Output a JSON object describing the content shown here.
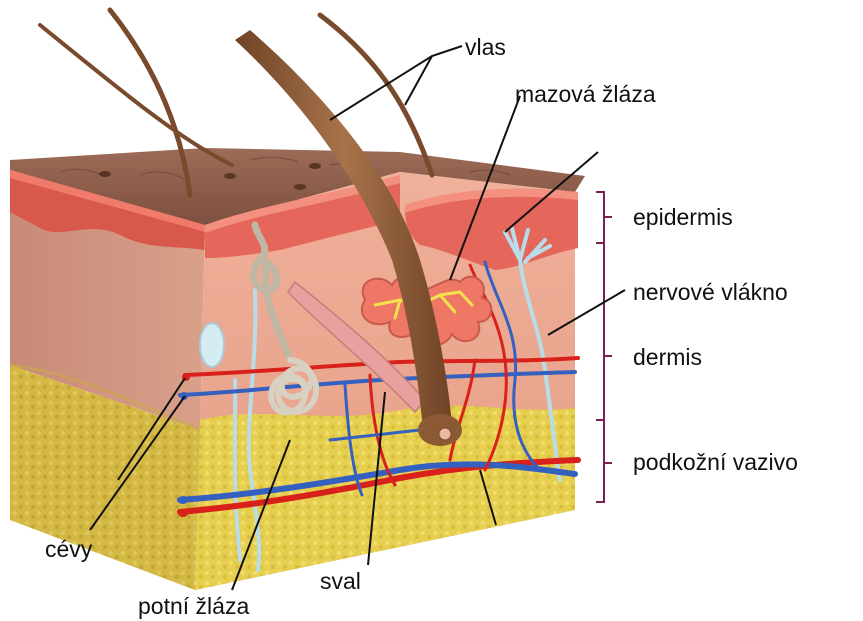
{
  "labels": {
    "hair": "vlas",
    "sebaceous_gland": "mazová žláza",
    "epidermis": "epidermis",
    "nerve_fiber": "nervové vlákno",
    "dermis": "dermis",
    "subcutis": "podkožní vazivo",
    "vessels": "cévy",
    "muscle": "sval",
    "sweat_gland": "potní žláza"
  },
  "colors": {
    "skin_surface": "#8a5a47",
    "epidermis_layer": "#e5665a",
    "dermis_layer": "#e2a58c",
    "subcutis_fat": "#e6ce4e",
    "artery": "#d8211b",
    "vein": "#3460c0",
    "nerve": "#b8dce8",
    "hair": "#8b5a35",
    "sebaceous_gland": "#ee7766",
    "sweat_gland": "#cfc6b4",
    "bracket": "#7a1f5a",
    "leader_line": "#111111"
  }
}
